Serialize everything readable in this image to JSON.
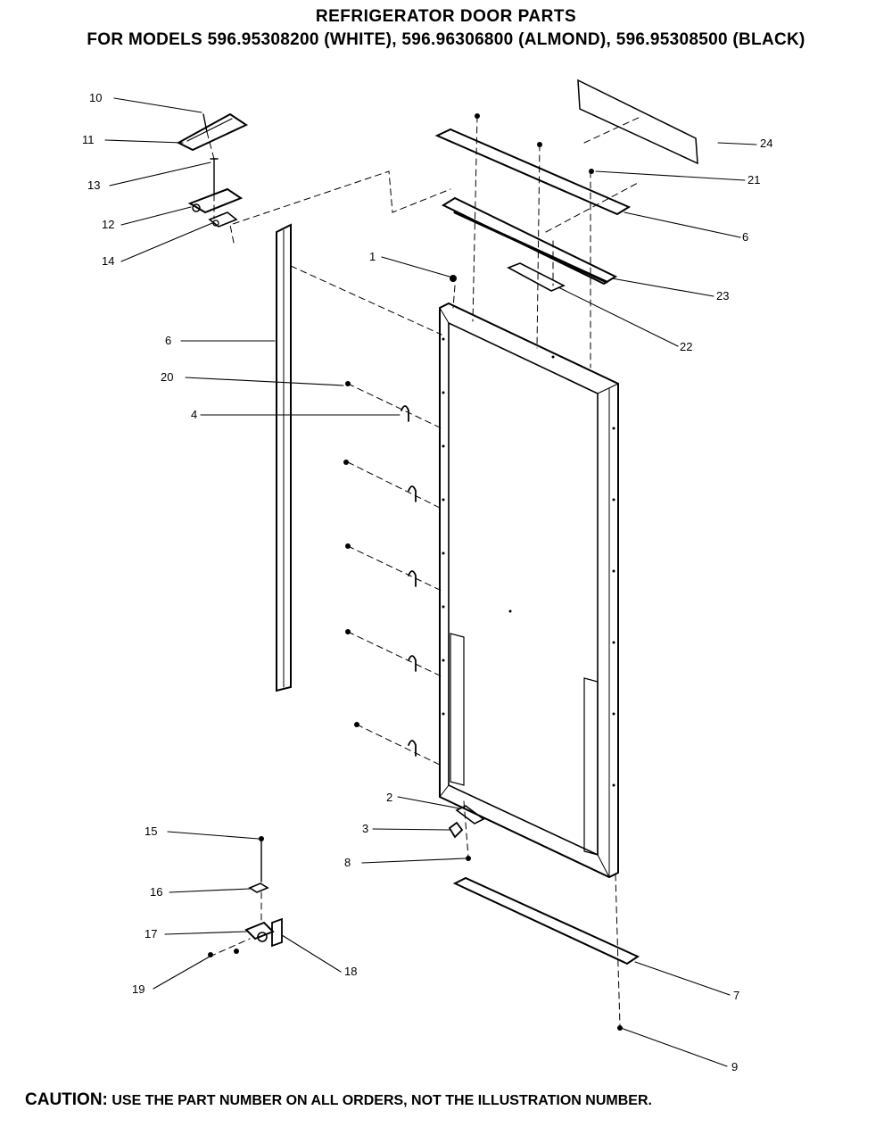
{
  "header": {
    "title": "REFRIGERATOR DOOR PARTS",
    "subtitle": "FOR MODELS 596.95308200 (WHITE), 596.96306800 (ALMOND), 596.95308500 (BLACK)"
  },
  "callouts": {
    "c10": "10",
    "c11": "11",
    "c13": "13",
    "c12": "12",
    "c14": "14",
    "c1": "1",
    "c6a": "6",
    "c20": "20",
    "c4": "4",
    "c24": "24",
    "c21": "21",
    "c6b": "6",
    "c23": "23",
    "c22": "22",
    "c2": "2",
    "c3": "3",
    "c8": "8",
    "c15": "15",
    "c16": "16",
    "c17": "17",
    "c19": "19",
    "c18": "18",
    "c7": "7",
    "c9": "9"
  },
  "footer": {
    "caution_label": "CAUTION:",
    "caution_text": " USE THE PART NUMBER ON ALL ORDERS, NOT THE ILLUSTRATION NUMBER."
  }
}
